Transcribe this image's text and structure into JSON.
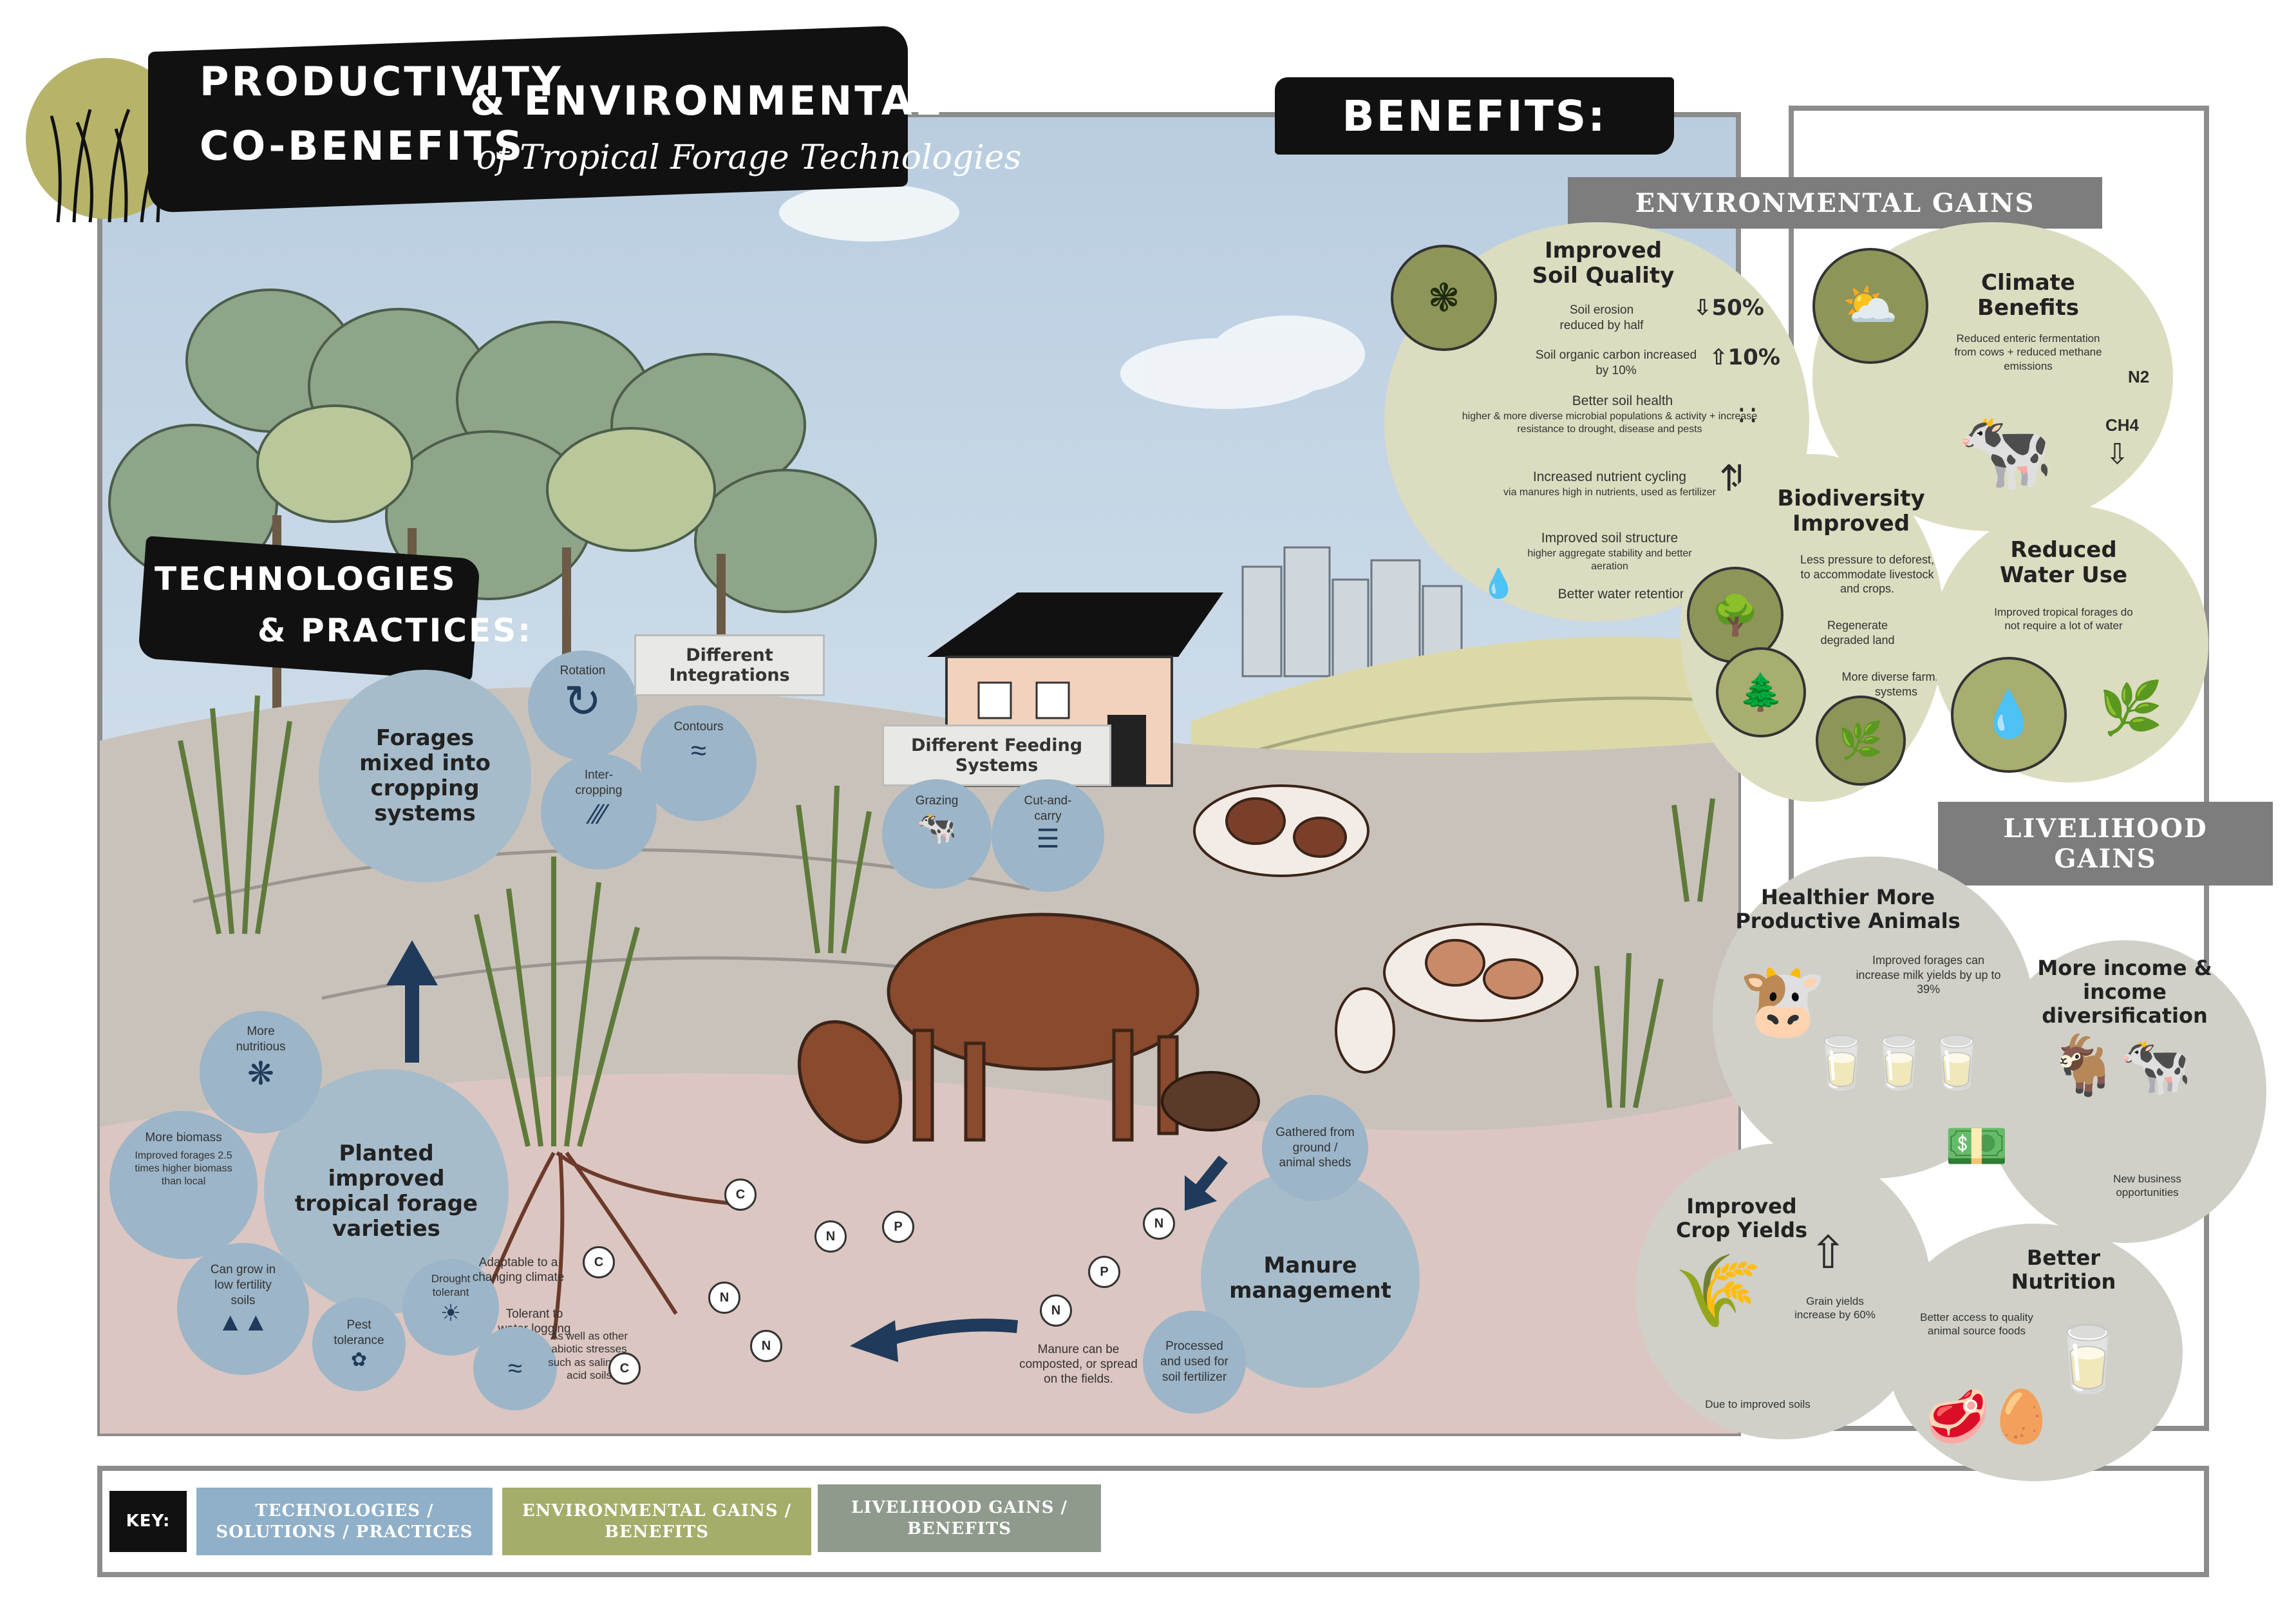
{
  "title": {
    "line1": "PRODUCTIVITY",
    "amp": "& ENVIRONMENTAL",
    "line2": "CO-BENEFITS",
    "line3": "of Tropical Forage Technologies"
  },
  "benefits_banner": "BENEFITS:",
  "tech_banner": {
    "line1": "TECHNOLOGIES",
    "line2": "& PRACTICES:"
  },
  "technologies": {
    "forages_mixed": "Forages mixed into cropping systems",
    "rotation": "Rotation",
    "intercropping": "Inter-cropping",
    "contours": "Contours",
    "different_integrations": "Different Integrations",
    "different_feeding": "Different Feeding Systems",
    "grazing": "Grazing",
    "cut_and_carry": "Cut-and-carry",
    "planted": "Planted improved tropical forage varieties",
    "more_nutritious": "More nutritious",
    "more_biomass": "More biomass",
    "biomass_desc": "Improved forages 2.5 times higher biomass than local",
    "low_fertility": "Can grow in low fertility soils",
    "pest": "Pest tolerance",
    "drought": "Drought tolerant",
    "adaptable": "Adaptable to a changing climate",
    "waterlogging": "Tolerant to water logging",
    "abiotic": "As well as other abiotic stresses such as saline or acid soils",
    "manure": "Manure management",
    "gathered": "Gathered from ground / animal sheds",
    "processed": "Processed and used for soil fertilizer",
    "composted": "Manure can be composted, or spread on the fields."
  },
  "environmental": {
    "header": "ENVIRONMENTAL GAINS",
    "soil": {
      "title": "Improved Soil Quality",
      "erosion": "Soil erosion reduced by half",
      "erosion_val": "50%",
      "carbon": "Soil organic carbon increased by 10%",
      "carbon_val": "10%",
      "health": "Better soil health",
      "health_desc": "higher & more diverse microbial populations & activity + increase resistance to drought, disease and pests",
      "cycling": "Increased nutrient cycling",
      "cycling_desc": "via manures high in nutrients, used as fertilizer",
      "structure": "Improved soil structure",
      "structure_desc": "higher aggregate stability and better aeration",
      "water": "Better water retention"
    },
    "climate": {
      "title": "Climate Benefits",
      "desc": "Reduced enteric fermentation from cows + reduced methane emissions",
      "n2": "N2",
      "ch4": "CH4"
    },
    "biodiversity": {
      "title": "Biodiversity Improved",
      "p1": "Less pressure to deforest, to accommodate livestock and crops.",
      "p2": "Regenerate degraded land",
      "p3": "More diverse farming systems"
    },
    "water": {
      "title": "Reduced Water Use",
      "desc": "Improved tropical forages do not require a lot of water"
    }
  },
  "livelihood": {
    "header": "LIVELIHOOD GAINS",
    "animals": {
      "title": "Healthier More Productive Animals",
      "desc": "Improved forages can increase milk yields by up to 39%"
    },
    "income": {
      "title": "More income & income diversification",
      "desc": "New business opportunities"
    },
    "crops": {
      "title": "Improved Crop Yields",
      "desc": "Grain yields increase by 60%",
      "due": "Due to improved soils"
    },
    "nutrition": {
      "title": "Better Nutrition",
      "desc": "Better access to quality animal source foods"
    }
  },
  "key": {
    "label": "KEY:",
    "tech": "TECHNOLOGIES / SOLUTIONS / PRACTICES",
    "env": "ENVIRONMENTAL GAINS / BENEFITS",
    "live": "LIVELIHOOD GAINS / BENEFITS"
  },
  "nutrients": [
    "C",
    "N",
    "P",
    "C",
    "N",
    "P",
    "N",
    "N",
    "N",
    "C"
  ],
  "colors": {
    "tech": "#8fb0c8",
    "env": "#a6ad6a",
    "live": "#8f9a8c",
    "banner": "#111111",
    "header_gray": "#7d7d7d"
  }
}
